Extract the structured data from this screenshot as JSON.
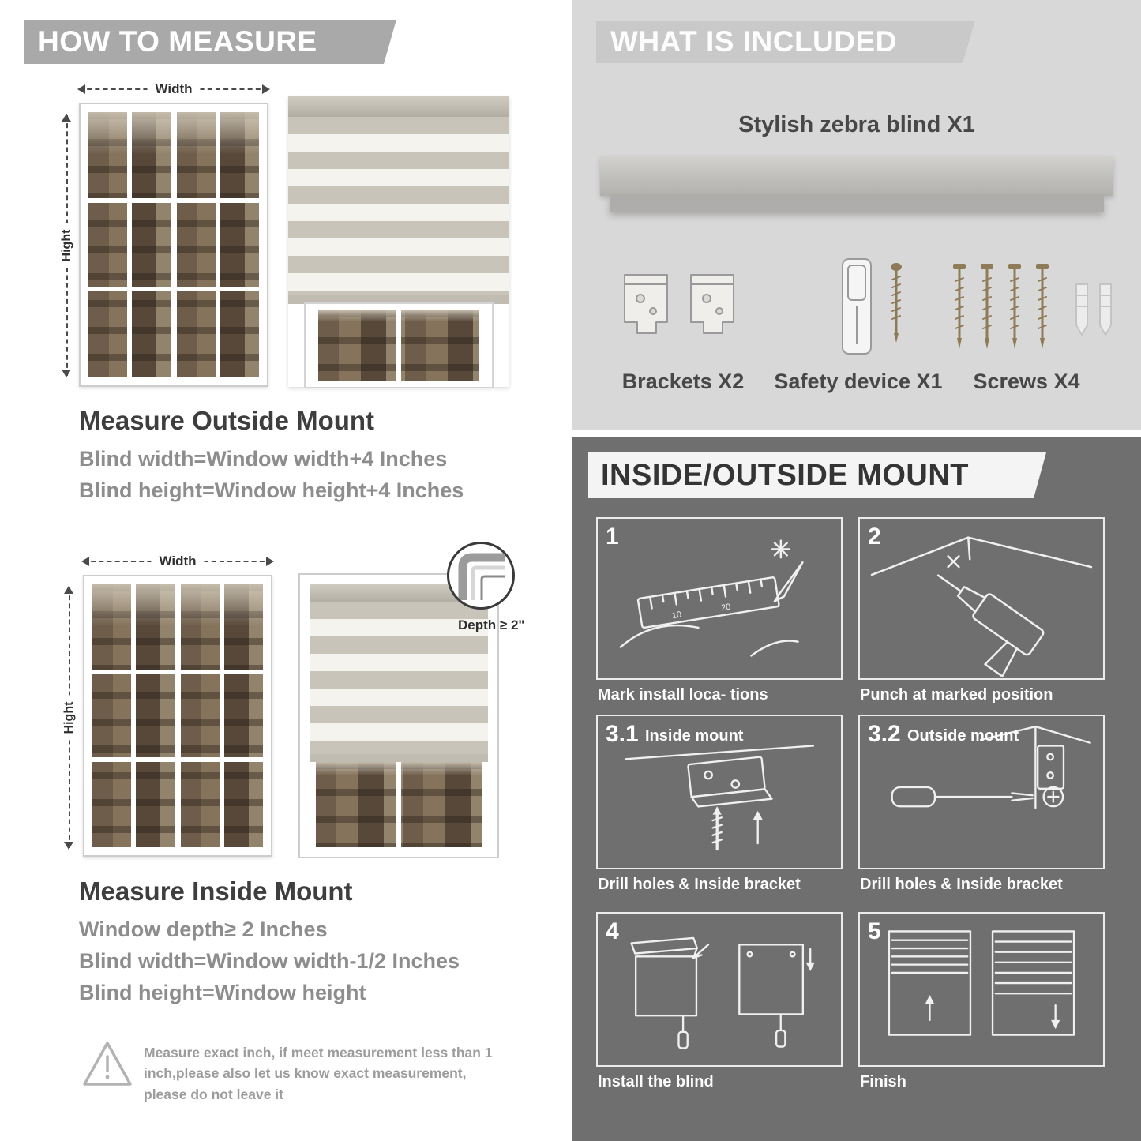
{
  "colors": {
    "banner_gray": "#a9a9a9",
    "included_bg": "#d8d8d8",
    "mount_bg": "#6f6f6f",
    "heading_text": "#3e3e3e",
    "muted_text": "#8d8d8d"
  },
  "left": {
    "banner": "HOW TO MEASURE",
    "outside": {
      "width_label": "Width",
      "height_label": "Hight",
      "heading": "Measure Outside Mount",
      "line1": "Blind width=Window width+4 Inches",
      "line2": "Blind height=Window height+4 Inches"
    },
    "inside": {
      "width_label": "Width",
      "height_label": "Hight",
      "depth_callout": "Depth ≥ 2\"",
      "heading": "Measure Inside Mount",
      "line1": "Window depth≥ 2 Inches",
      "line2": "Blind width=Window width-1/2 Inches",
      "line3": "Blind height=Window height"
    },
    "warning_text": "Measure exact inch, if meet measurement less than 1 inch,please also let us know exact measurement, please do not leave it"
  },
  "right": {
    "included": {
      "banner": "WHAT IS INCLUDED",
      "product_label": "Stylish zebra blind X1",
      "items": [
        {
          "label": "Brackets X2",
          "icon": "brackets-icon"
        },
        {
          "label": "Safety device X1",
          "icon": "safety-device-icon"
        },
        {
          "label": "Screws X4",
          "icon": "screws-icon"
        }
      ]
    },
    "mount": {
      "banner": "INSIDE/OUTSIDE MOUNT",
      "steps": [
        {
          "num": "1",
          "title": "",
          "caption": "Mark install loca- tions"
        },
        {
          "num": "2",
          "title": "",
          "caption": "Punch at  marked position"
        },
        {
          "num": "3.1",
          "title": "Inside mount",
          "caption": "Drill holes &  Inside bracket"
        },
        {
          "num": "3.2",
          "title": "Outside mount",
          "caption": "Drill holes &  Inside bracket"
        },
        {
          "num": "4",
          "title": "",
          "caption": "Install the blind"
        },
        {
          "num": "5",
          "title": "",
          "caption": "Finish"
        }
      ]
    }
  }
}
